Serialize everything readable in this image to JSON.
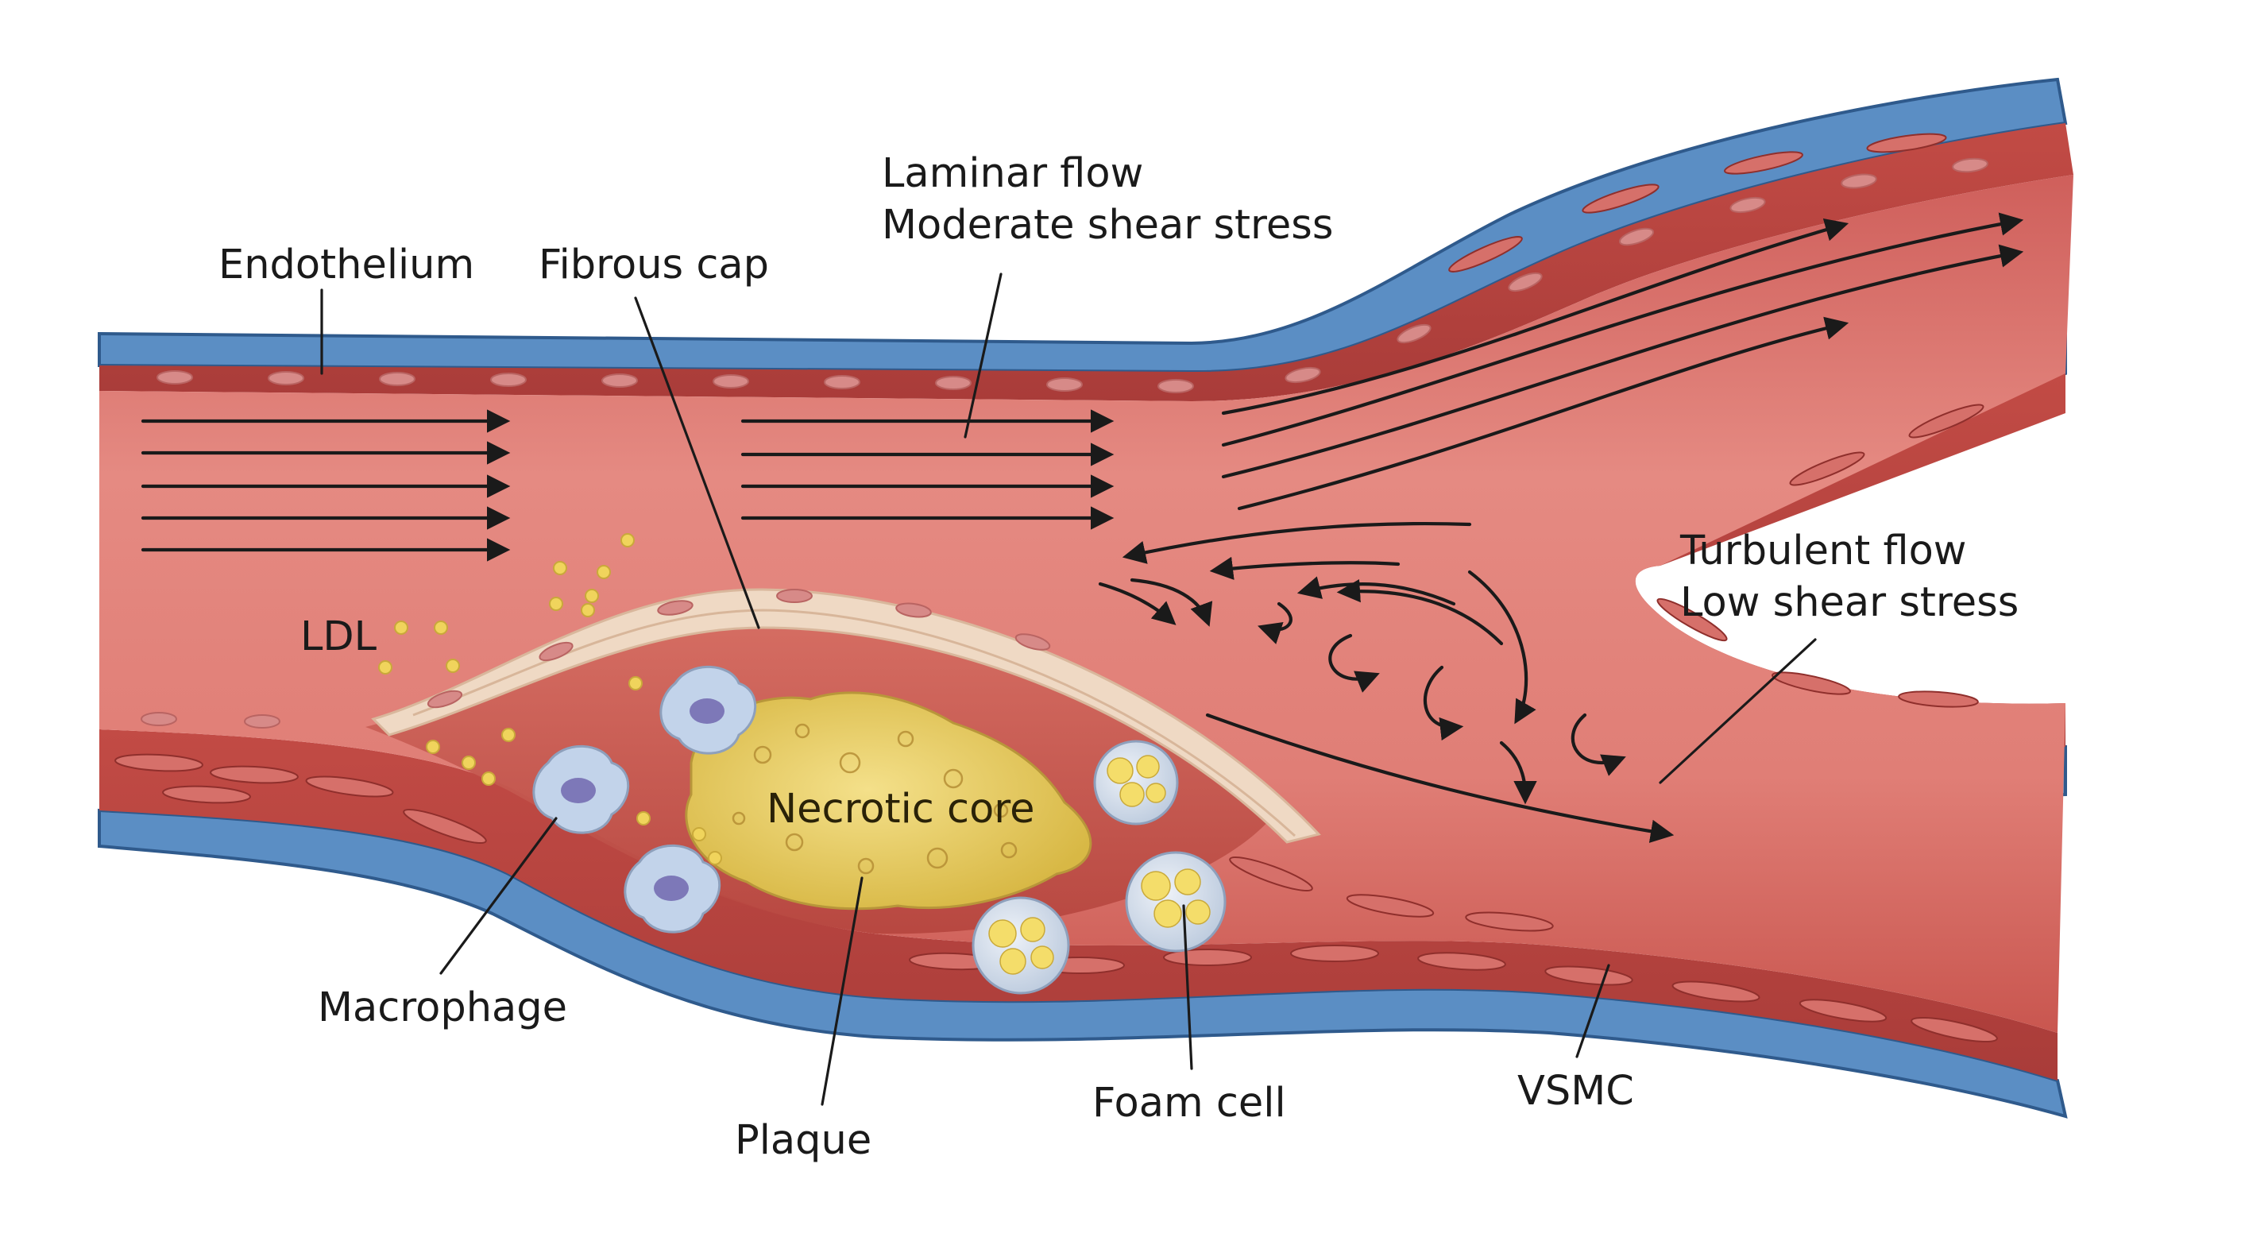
{
  "labels": {
    "endothelium": "Endothelium",
    "fibrous_cap": "Fibrous cap",
    "laminar_flow": "Laminar flow",
    "moderate_shear": "Moderate shear stress",
    "ldl": "LDL",
    "turbulent_flow": "Turbulent flow",
    "low_shear": "Low shear stress",
    "necrotic_core": "Necrotic core",
    "macrophage": "Macrophage",
    "plaque": "Plaque",
    "foam_cell": "Foam cell",
    "vsmc": "VSMC"
  },
  "colors": {
    "adventitia": "#5b8ec4",
    "adventitia_dark": "#2f5a8c",
    "media": "#c4514a",
    "media_light": "#d8766c",
    "lumen": "#d9706a",
    "lumen_light": "#e9958c",
    "endothelial_cell": "#d78a88",
    "fibrous_cap": "#efd9c4",
    "necrotic_core": "#e9cf63",
    "foam_cell": "#f4dd6a",
    "macrophage": "#c2d3ea",
    "macrophage_nucleus": "#7d78b8",
    "ldl": "#f0d45c",
    "arrow": "#1a1a1a"
  }
}
